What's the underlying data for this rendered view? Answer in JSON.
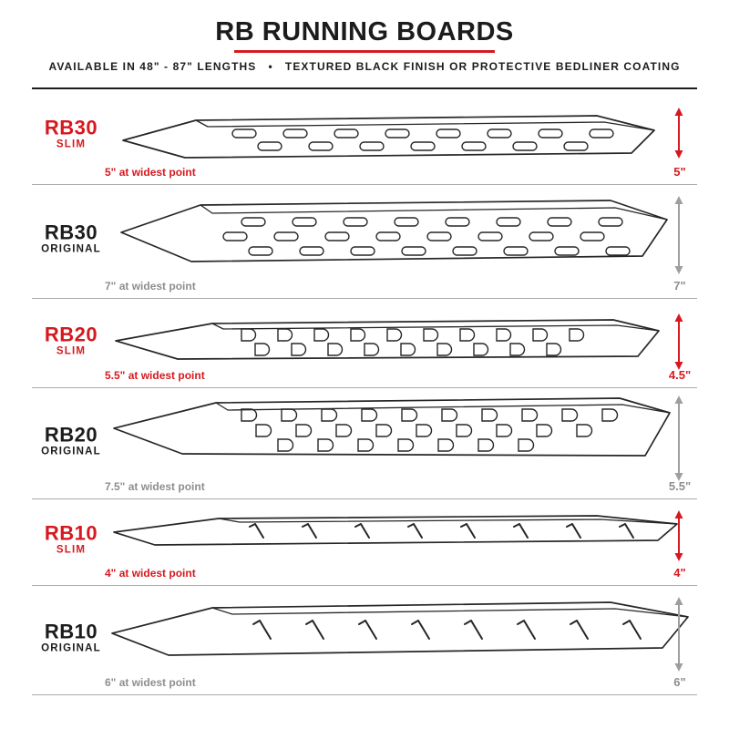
{
  "header": {
    "title": "RB RUNNING BOARDS",
    "subtitle": "AVAILABLE IN 48\" - 87\" LENGTHS • TEXTURED BLACK FINISH OR PROTECTIVE BEDLINER COATING"
  },
  "colors": {
    "accent_red": "#d6191f",
    "muted_gray": "#8e8e8e",
    "ink": "#1c1c1c",
    "divider": "#ababab"
  },
  "rows": [
    {
      "model": "RB30",
      "variant": "SLIM",
      "finish": "slim",
      "width_note": "5\" at widest point",
      "height_label": "5\""
    },
    {
      "model": "RB30",
      "variant": "ORIGINAL",
      "finish": "original",
      "width_note": "7\" at widest point",
      "height_label": "7\""
    },
    {
      "model": "RB20",
      "variant": "SLIM",
      "finish": "slim",
      "width_note": "5.5\" at widest point",
      "height_label": "4.5\""
    },
    {
      "model": "RB20",
      "variant": "ORIGINAL",
      "finish": "original",
      "width_note": "7.5\" at widest point",
      "height_label": "5.5\""
    },
    {
      "model": "RB10",
      "variant": "SLIM",
      "finish": "slim",
      "width_note": "4\" at widest point",
      "height_label": "4\""
    },
    {
      "model": "RB10",
      "variant": "ORIGINAL",
      "finish": "original",
      "width_note": "6\" at widest point",
      "height_label": "6\""
    }
  ]
}
